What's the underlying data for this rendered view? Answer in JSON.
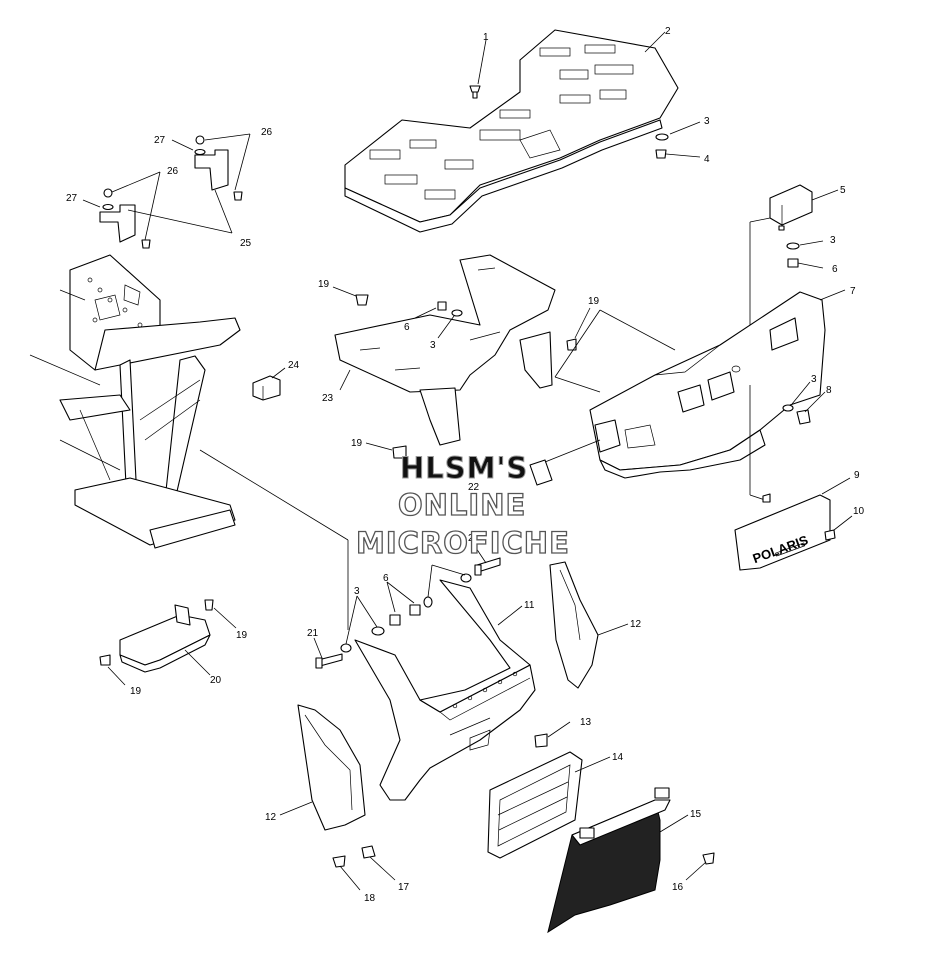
{
  "watermark": {
    "line1": "HLSM'S",
    "line2": "ONLINE",
    "line3": "MICROFICHE"
  },
  "logo_text": "POLARIS",
  "callouts": [
    {
      "id": "c1",
      "text": "1"
    },
    {
      "id": "c2",
      "text": "2"
    },
    {
      "id": "c3a",
      "text": "3"
    },
    {
      "id": "c4",
      "text": "4"
    },
    {
      "id": "c5",
      "text": "5"
    },
    {
      "id": "c3b",
      "text": "3"
    },
    {
      "id": "c6a",
      "text": "6"
    },
    {
      "id": "c7",
      "text": "7"
    },
    {
      "id": "c3c",
      "text": "3"
    },
    {
      "id": "c8",
      "text": "8"
    },
    {
      "id": "c9",
      "text": "9"
    },
    {
      "id": "c10",
      "text": "10"
    },
    {
      "id": "c11",
      "text": "11"
    },
    {
      "id": "c12a",
      "text": "12"
    },
    {
      "id": "c12b",
      "text": "12"
    },
    {
      "id": "c13",
      "text": "13"
    },
    {
      "id": "c14",
      "text": "14"
    },
    {
      "id": "c15",
      "text": "15"
    },
    {
      "id": "c16",
      "text": "16"
    },
    {
      "id": "c17",
      "text": "17"
    },
    {
      "id": "c18",
      "text": "18"
    },
    {
      "id": "c19a",
      "text": "19"
    },
    {
      "id": "c19b",
      "text": "19"
    },
    {
      "id": "c19c",
      "text": "19"
    },
    {
      "id": "c19d",
      "text": "19"
    },
    {
      "id": "c19e",
      "text": "19"
    },
    {
      "id": "c20",
      "text": "20"
    },
    {
      "id": "c21a",
      "text": "21"
    },
    {
      "id": "c21b",
      "text": "21"
    },
    {
      "id": "c22",
      "text": "22"
    },
    {
      "id": "c23",
      "text": "23"
    },
    {
      "id": "c24",
      "text": "24"
    },
    {
      "id": "c25",
      "text": "25"
    },
    {
      "id": "c26a",
      "text": "26"
    },
    {
      "id": "c26b",
      "text": "26"
    },
    {
      "id": "c27a",
      "text": "27"
    },
    {
      "id": "c27b",
      "text": "27"
    },
    {
      "id": "c3d",
      "text": "3"
    },
    {
      "id": "c3e",
      "text": "3"
    },
    {
      "id": "c6b",
      "text": "6"
    },
    {
      "id": "c6c",
      "text": "6"
    }
  ]
}
